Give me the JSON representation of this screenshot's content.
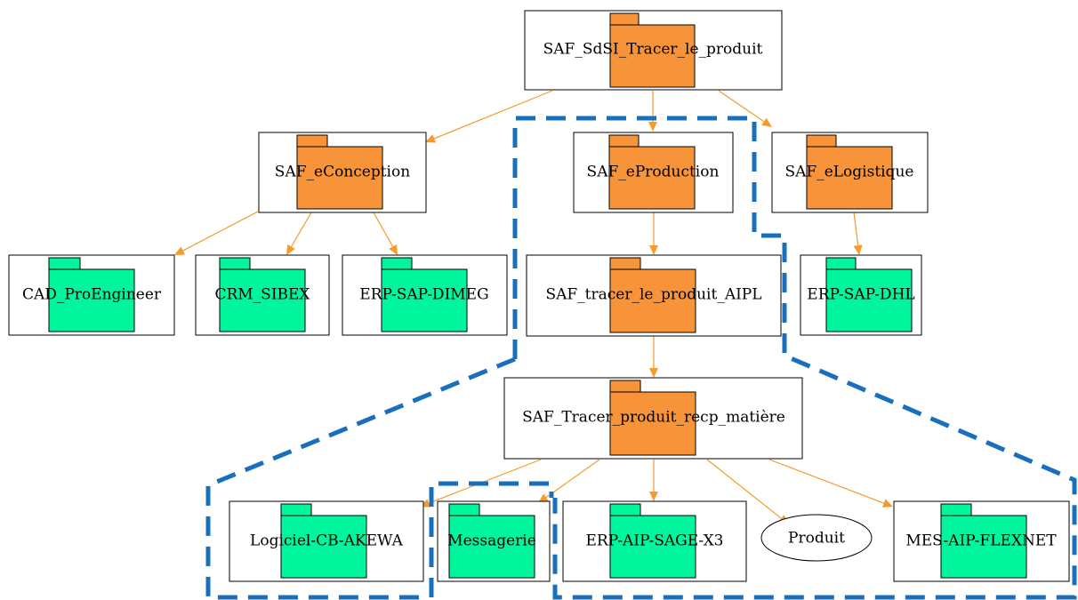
{
  "colors": {
    "package_parent": "#f7943a",
    "package_leaf": "#00f59d",
    "edge": "#f59a2b",
    "highlight_dash": "#1a6fbd"
  },
  "nodes": {
    "root": "SAF_SdSI_Tracer_le_produit",
    "econception": "SAF_eConception",
    "eproduction": "SAF_eProduction",
    "elogistique": "SAF_eLogistique",
    "cad": "CAD_ProEngineer",
    "crm": "CRM_SIBEX",
    "erp_dimeg": "ERP-SAP-DIMEG",
    "tracer_aipl": "SAF_tracer_le_produit_AIPL",
    "erp_dhl": "ERP-SAP-DHL",
    "tracer_recp": "SAF_Tracer_produit_recp_matière",
    "akewa": "Logiciel-CB-AKEWA",
    "messagerie": "Messagerie",
    "sage": "ERP-AIP-SAGE-X3",
    "produit": "Produit",
    "flexnet": "MES-AIP-FLEXNET"
  },
  "edges": [
    [
      "root",
      "econception"
    ],
    [
      "root",
      "eproduction"
    ],
    [
      "root",
      "elogistique"
    ],
    [
      "econception",
      "cad"
    ],
    [
      "econception",
      "crm"
    ],
    [
      "econception",
      "erp_dimeg"
    ],
    [
      "eproduction",
      "tracer_aipl"
    ],
    [
      "elogistique",
      "erp_dhl"
    ],
    [
      "tracer_aipl",
      "tracer_recp"
    ],
    [
      "tracer_recp",
      "akewa"
    ],
    [
      "tracer_recp",
      "messagerie"
    ],
    [
      "tracer_recp",
      "sage"
    ],
    [
      "tracer_recp",
      "produit"
    ],
    [
      "tracer_recp",
      "flexnet"
    ]
  ]
}
